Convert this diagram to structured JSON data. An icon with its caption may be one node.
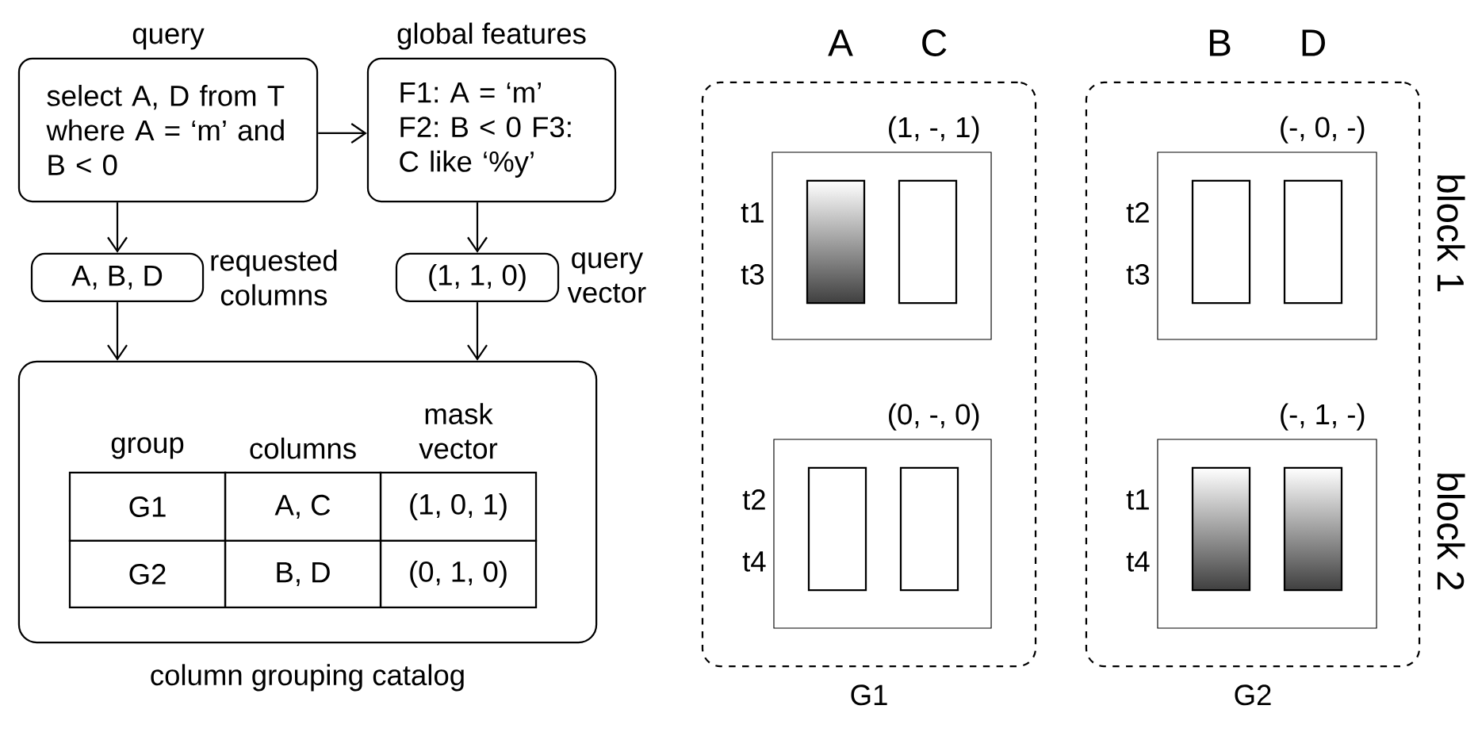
{
  "diagram": {
    "nodes": [
      {
        "text": [
          "query",
          "select A, D from T where A = ‘m’ and B < 0"
        ]
      },
      {
        "text": [
          "global features",
          "F1: A = ‘m’ F2: B < 0 F3: C like ‘%y’"
        ]
      },
      {
        "text": [
          "A, B, D"
        ],
        "beside": [
          "requested columns"
        ]
      },
      {
        "text": [
          "(1, 1, 0)"
        ],
        "beside": [
          "query vector"
        ]
      },
      {
        "text": [
          "column grouping catalog"
        ]
      },
      {
        "text": [
          "G1"
        ]
      },
      {
        "text": [
          "(1, -, 1)"
        ],
        "beside": [
          "t1",
          "t3"
        ],
        "in": 5
      },
      {
        "text": [],
        "shape": "bar",
        "in": 6
      },
      {
        "text": [],
        "shape": "bar",
        "in": 6
      },
      {
        "text": [
          "(0, -, 0)"
        ],
        "beside": [
          "t2",
          "t4"
        ],
        "in": 5
      },
      {
        "text": [],
        "shape": "bar",
        "in": 9
      },
      {
        "text": [],
        "shape": "bar",
        "in": 9
      },
      {
        "text": [
          "G2"
        ]
      },
      {
        "text": [
          "(-, 0, -)"
        ],
        "beside": [
          "t2",
          "t3"
        ],
        "in": 12
      },
      {
        "text": [],
        "shape": "bar",
        "in": 13
      },
      {
        "text": [],
        "shape": "bar",
        "in": 13
      },
      {
        "text": [
          "(-, 1, -)"
        ],
        "beside": [
          "t1",
          "t4"
        ],
        "in": 12
      },
      {
        "text": [],
        "shape": "bar",
        "in": 16
      },
      {
        "text": [],
        "shape": "bar",
        "in": 16
      }
    ],
    "edges": [
      {
        "from": 0,
        "to": 1,
        "arrow": "to"
      },
      {
        "from": 0,
        "to": 2,
        "arrow": "to"
      },
      {
        "from": 1,
        "to": 3,
        "arrow": "to"
      },
      {
        "from": 2,
        "to": 4,
        "arrow": "to"
      },
      {
        "from": 3,
        "to": 4,
        "arrow": "to"
      }
    ],
    "labels": [
      "group",
      "columns",
      "mask vector",
      "G1",
      "A, C",
      "(1, 0, 1)",
      "G2",
      "B, D",
      "(0, 1, 0)",
      "A",
      "C",
      "B",
      "D",
      "block 1",
      "block 2"
    ]
  }
}
